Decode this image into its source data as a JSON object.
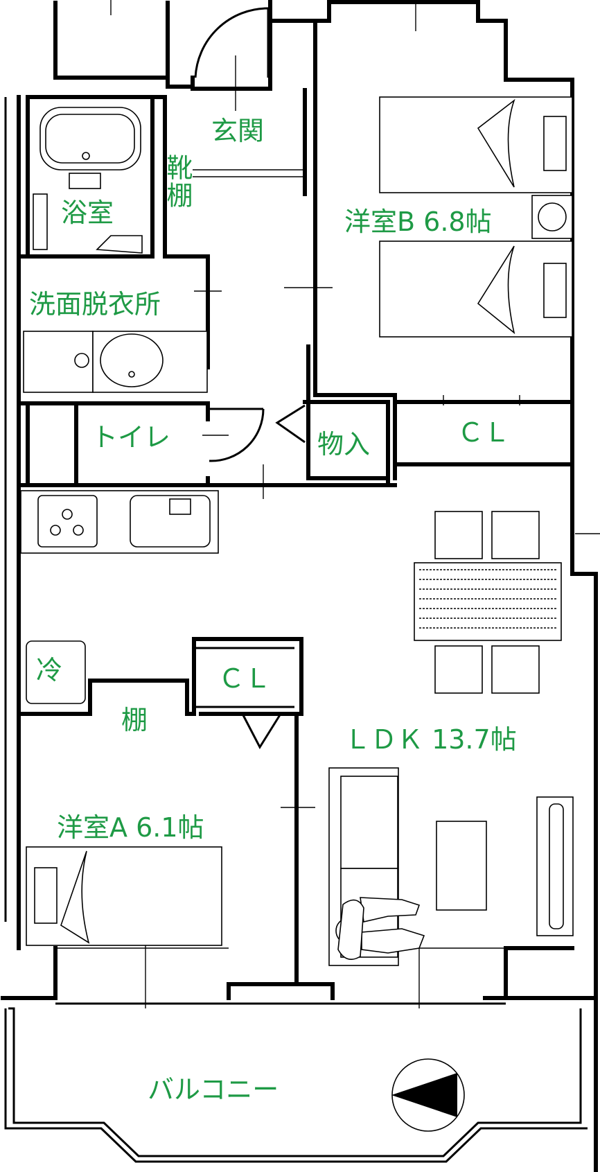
{
  "rooms": {
    "genkan": "玄関",
    "kutsudana": "靴棚",
    "yokushitsu": "浴室",
    "senmen": "洗面脱衣所",
    "toilet": "トイレ",
    "monoire": "物入",
    "western_b": "洋室B 6.8帖",
    "closet_b": "ＣＬ",
    "ldk": "ＬＤＫ 13.7帖",
    "closet_a": "ＣＬ",
    "rei": "冷",
    "tana": "棚",
    "western_a": "洋室A 6.1帖",
    "balcony": "バルコニー"
  },
  "colors": {
    "label": "#1e9a45",
    "wall": "#000000",
    "background": "#ffffff"
  }
}
